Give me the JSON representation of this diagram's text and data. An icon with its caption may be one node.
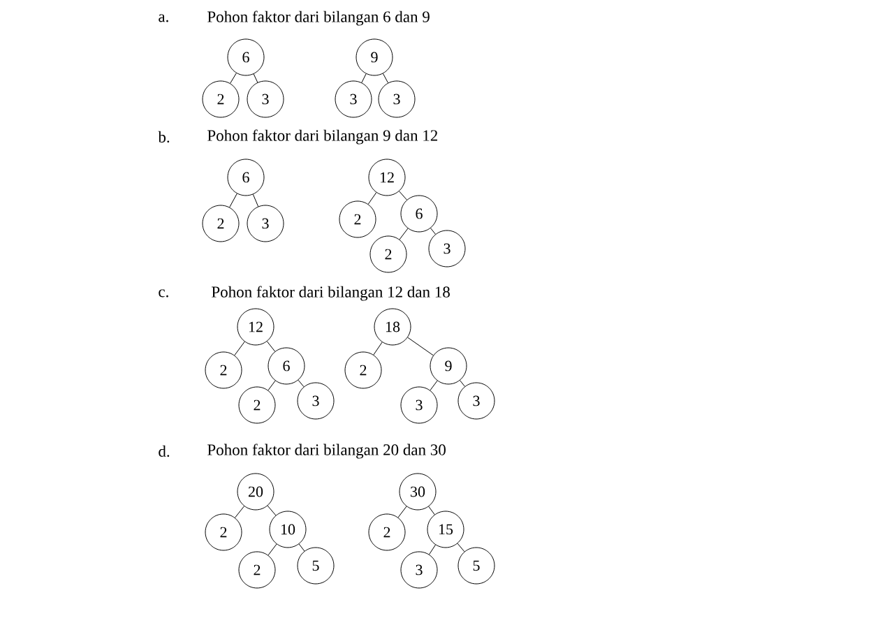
{
  "diagram": {
    "nodes": [
      {
        "text": [
          "6"
        ]
      },
      {
        "text": [
          "2"
        ]
      },
      {
        "text": [
          "3"
        ]
      },
      {
        "text": [
          "9"
        ]
      },
      {
        "text": [
          "3"
        ]
      },
      {
        "text": [
          "3"
        ]
      },
      {
        "text": [
          "6"
        ]
      },
      {
        "text": [
          "2"
        ]
      },
      {
        "text": [
          "3"
        ]
      },
      {
        "text": [
          "12"
        ]
      },
      {
        "text": [
          "2"
        ]
      },
      {
        "text": [
          "6"
        ]
      },
      {
        "text": [
          "2"
        ]
      },
      {
        "text": [
          "3"
        ]
      },
      {
        "text": [
          "12"
        ]
      },
      {
        "text": [
          "2"
        ]
      },
      {
        "text": [
          "6"
        ]
      },
      {
        "text": [
          "2"
        ]
      },
      {
        "text": [
          "3"
        ]
      },
      {
        "text": [
          "18"
        ]
      },
      {
        "text": [
          "2"
        ]
      },
      {
        "text": [
          "9"
        ]
      },
      {
        "text": [
          "3"
        ]
      },
      {
        "text": [
          "3"
        ]
      },
      {
        "text": [
          "20"
        ]
      },
      {
        "text": [
          "2"
        ]
      },
      {
        "text": [
          "10"
        ]
      },
      {
        "text": [
          "2"
        ]
      },
      {
        "text": [
          "5"
        ]
      },
      {
        "text": [
          "30"
        ]
      },
      {
        "text": [
          "2"
        ]
      },
      {
        "text": [
          "15"
        ]
      },
      {
        "text": [
          "3"
        ]
      },
      {
        "text": [
          "5"
        ]
      }
    ],
    "edges": [
      {
        "from": 0,
        "to": 1,
        "arrow": "none"
      },
      {
        "from": 0,
        "to": 2,
        "arrow": "none"
      },
      {
        "from": 3,
        "to": 4,
        "arrow": "none"
      },
      {
        "from": 3,
        "to": 5,
        "arrow": "none"
      },
      {
        "from": 6,
        "to": 7,
        "arrow": "none"
      },
      {
        "from": 6,
        "to": 8,
        "arrow": "none"
      },
      {
        "from": 9,
        "to": 10,
        "arrow": "none"
      },
      {
        "from": 9,
        "to": 11,
        "arrow": "none"
      },
      {
        "from": 11,
        "to": 12,
        "arrow": "none"
      },
      {
        "from": 11,
        "to": 13,
        "arrow": "none"
      },
      {
        "from": 14,
        "to": 15,
        "arrow": "none"
      },
      {
        "from": 14,
        "to": 16,
        "arrow": "none"
      },
      {
        "from": 16,
        "to": 17,
        "arrow": "none"
      },
      {
        "from": 16,
        "to": 18,
        "arrow": "none"
      },
      {
        "from": 19,
        "to": 20,
        "arrow": "none"
      },
      {
        "from": 19,
        "to": 21,
        "arrow": "none"
      },
      {
        "from": 21,
        "to": 22,
        "arrow": "none"
      },
      {
        "from": 21,
        "to": 23,
        "arrow": "none"
      },
      {
        "from": 24,
        "to": 25,
        "arrow": "none"
      },
      {
        "from": 24,
        "to": 26,
        "arrow": "none"
      },
      {
        "from": 26,
        "to": 27,
        "arrow": "none"
      },
      {
        "from": 26,
        "to": 28,
        "arrow": "none"
      },
      {
        "from": 29,
        "to": 30,
        "arrow": "none"
      },
      {
        "from": 29,
        "to": 31,
        "arrow": "none"
      },
      {
        "from": 31,
        "to": 32,
        "arrow": "none"
      },
      {
        "from": 31,
        "to": 33,
        "arrow": "none"
      }
    ],
    "labels": [
      "a.",
      "Pohon faktor dari bilangan 6 dan 9",
      "b.",
      "Pohon faktor dari bilangan 9 dan 12",
      "c.",
      "Pohon faktor dari bilangan 12 dan 18",
      "d.",
      "Pohon faktor dari bilangan 20 dan 30"
    ]
  }
}
